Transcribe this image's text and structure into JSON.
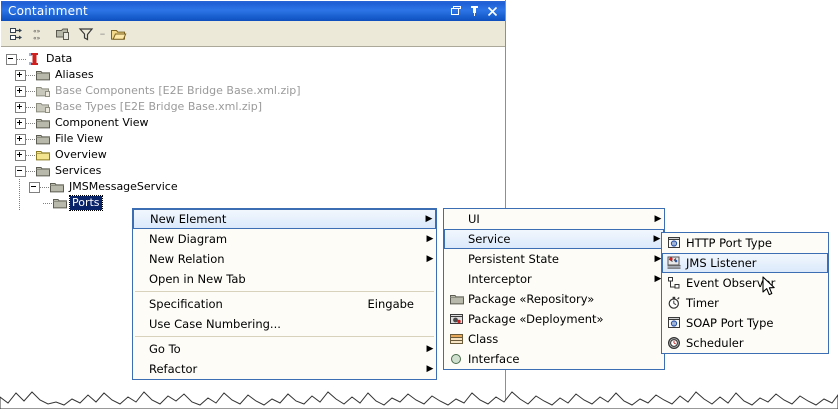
{
  "window": {
    "title": "Containment",
    "buttons": [
      {
        "name": "restore-button",
        "glyph": "restore"
      },
      {
        "name": "pin-button",
        "glyph": "pin"
      },
      {
        "name": "close-button",
        "glyph": "close"
      }
    ]
  },
  "toolbar": {
    "items": [
      {
        "name": "expand-all-icon",
        "tooltip": "Expand All"
      },
      {
        "name": "collapse-all-icon",
        "tooltip": "Collapse All"
      },
      {
        "name": "copy-icon",
        "tooltip": "Copy"
      },
      {
        "name": "filter-icon",
        "tooltip": "Filter"
      },
      {
        "name": "separator",
        "tooltip": ""
      },
      {
        "name": "open-folder-icon",
        "tooltip": "Open"
      }
    ]
  },
  "tree": {
    "nodes": [
      {
        "label": "Data",
        "depth": 0,
        "state": "expanded",
        "icon": "data-root-icon",
        "dim": false,
        "selected": false
      },
      {
        "label": "Aliases",
        "depth": 1,
        "state": "collapsed",
        "icon": "folder-icon",
        "dim": false,
        "selected": false
      },
      {
        "label": "Base Components [E2E Bridge Base.xml.zip]",
        "depth": 1,
        "state": "collapsed",
        "icon": "folder-locked-icon",
        "dim": true,
        "selected": false
      },
      {
        "label": "Base Types [E2E Bridge Base.xml.zip]",
        "depth": 1,
        "state": "collapsed",
        "icon": "folder-locked-icon",
        "dim": true,
        "selected": false
      },
      {
        "label": "Component View",
        "depth": 1,
        "state": "collapsed",
        "icon": "folder-icon",
        "dim": false,
        "selected": false
      },
      {
        "label": "File View",
        "depth": 1,
        "state": "collapsed",
        "icon": "folder-icon",
        "dim": false,
        "selected": false
      },
      {
        "label": "Overview",
        "depth": 1,
        "state": "collapsed",
        "icon": "folder-yellow-icon",
        "dim": false,
        "selected": false
      },
      {
        "label": "Services",
        "depth": 1,
        "state": "expanded",
        "icon": "folder-icon",
        "dim": false,
        "selected": false
      },
      {
        "label": "JMSMessageService",
        "depth": 2,
        "state": "expanded",
        "icon": "folder-icon",
        "dim": false,
        "selected": false
      },
      {
        "label": "Ports",
        "depth": 3,
        "state": "leaf",
        "icon": "folder-icon",
        "dim": false,
        "selected": true
      }
    ]
  },
  "menu1": {
    "name": "context-menu",
    "items": [
      {
        "label": "New Element",
        "accel": "",
        "submenu": true,
        "highlighted": true,
        "separator_after": false
      },
      {
        "label": "New Diagram",
        "accel": "",
        "submenu": true,
        "highlighted": false,
        "separator_after": false
      },
      {
        "label": "New Relation",
        "accel": "",
        "submenu": true,
        "highlighted": false,
        "separator_after": false
      },
      {
        "label": "Open in New Tab",
        "accel": "",
        "submenu": false,
        "highlighted": false,
        "separator_after": true
      },
      {
        "label": "Specification",
        "accel": "Eingabe",
        "submenu": false,
        "highlighted": false,
        "separator_after": false
      },
      {
        "label": "Use Case Numbering...",
        "accel": "",
        "submenu": false,
        "highlighted": false,
        "separator_after": true
      },
      {
        "label": "Go To",
        "accel": "",
        "submenu": true,
        "highlighted": false,
        "separator_after": false
      },
      {
        "label": "Refactor",
        "accel": "",
        "submenu": true,
        "highlighted": false,
        "separator_after": false
      }
    ]
  },
  "menu2": {
    "name": "new-element-submenu",
    "items": [
      {
        "label": "UI",
        "icon": "",
        "submenu": true,
        "highlighted": false
      },
      {
        "label": "Service",
        "icon": "",
        "submenu": true,
        "highlighted": true
      },
      {
        "label": "Persistent State",
        "icon": "",
        "submenu": true,
        "highlighted": false
      },
      {
        "label": "Interceptor",
        "icon": "",
        "submenu": true,
        "highlighted": false
      },
      {
        "label": "Package «Repository»",
        "icon": "folder-icon",
        "submenu": false,
        "highlighted": false
      },
      {
        "label": "Package «Deployment»",
        "icon": "package-deploy-icon",
        "submenu": false,
        "highlighted": false
      },
      {
        "label": "Class",
        "icon": "class-icon",
        "submenu": false,
        "highlighted": false
      },
      {
        "label": "Interface",
        "icon": "interface-icon",
        "submenu": false,
        "highlighted": false
      }
    ]
  },
  "menu3": {
    "name": "service-submenu",
    "items": [
      {
        "label": "HTTP Port Type",
        "icon": "http-port-icon",
        "highlighted": false
      },
      {
        "label": "JMS Listener",
        "icon": "jms-listener-icon",
        "highlighted": true
      },
      {
        "label": "Event Observer",
        "icon": "event-observer-icon",
        "highlighted": false
      },
      {
        "label": "Timer",
        "icon": "timer-icon",
        "highlighted": false
      },
      {
        "label": "SOAP Port Type",
        "icon": "soap-port-icon",
        "highlighted": false
      },
      {
        "label": "Scheduler",
        "icon": "scheduler-icon",
        "highlighted": false
      }
    ]
  },
  "colors": {
    "titlebar": "#1f5fd6",
    "toolbar": "#ece9d8",
    "selection": "#0a246a",
    "menu_border": "#3c6eb4",
    "menu_bg": "#fdfcf7",
    "highlight": "#dbe9fb"
  }
}
